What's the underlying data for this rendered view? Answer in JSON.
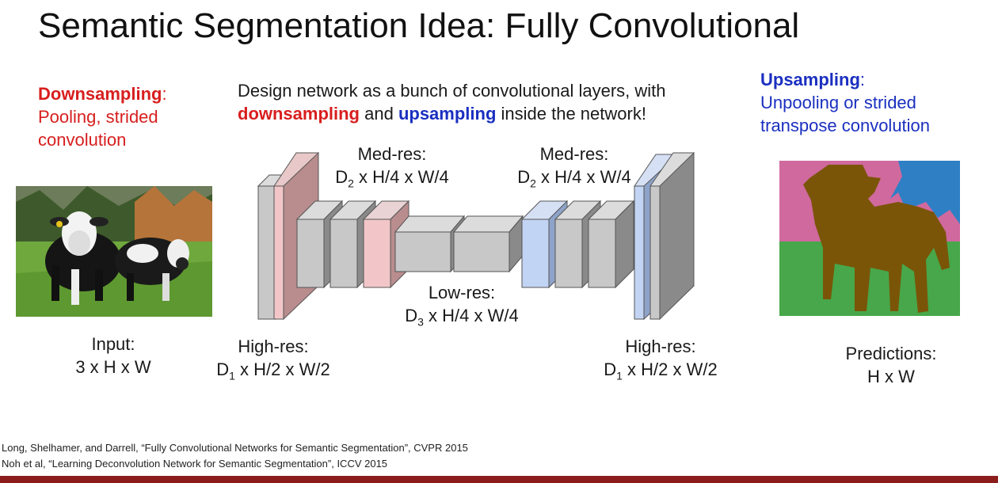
{
  "title": "Semantic Segmentation Idea: Fully Convolutional",
  "downsampling": {
    "heading": "Downsampling",
    "colon": ":",
    "line1": "Pooling, strided",
    "line2": "convolution"
  },
  "upsampling": {
    "heading": "Upsampling",
    "colon": ":",
    "line1": "Unpooling or strided",
    "line2": "transpose convolution"
  },
  "design": {
    "line1": "Design network as a bunch of convolutional layers, with",
    "w_down": "downsampling",
    "w_and": " and ",
    "w_up": "upsampling",
    "w_end": " inside the network!"
  },
  "labels": {
    "med_res_left": {
      "head": "Med-res:",
      "d": "D",
      "sub": "2",
      "rest": " x H/4 x W/4"
    },
    "med_res_right": {
      "head": "Med-res:",
      "d": "D",
      "sub": "2",
      "rest": " x H/4 x W/4"
    },
    "low_res": {
      "head": "Low-res:",
      "d": "D",
      "sub": "3",
      "rest": " x H/4 x W/4"
    },
    "high_res_left": {
      "head": "High-res:",
      "d": "D",
      "sub": "1",
      "rest": " x H/2 x W/2"
    },
    "high_res_right": {
      "head": "High-res:",
      "d": "D",
      "sub": "1",
      "rest": " x H/2 x W/2"
    }
  },
  "input": {
    "line1": "Input:",
    "line2": "3 x H x W"
  },
  "predictions": {
    "line1": "Predictions:",
    "line2": "H x W"
  },
  "references": [
    "Long, Shelhamer, and Darrell, “Fully Convolutional Networks for Semantic Segmentation”, CVPR 2015",
    "Noh et al, “Learning Deconvolution Network for Semantic Segmentation”, ICCV 2015"
  ],
  "colors": {
    "gray_front": "#c8c8c8",
    "gray_top": "#dcdcdc",
    "gray_side": "#8a8a8a",
    "pink_front": "#f2c6c8",
    "pink_side": "#b98c8d",
    "blue_front": "#c2d4f3",
    "blue_side": "#8ea3c9",
    "seg_pink": "#d0699e",
    "seg_blue": "#2e7fc4",
    "seg_green": "#47a74a",
    "seg_brown": "#7a5508",
    "red_text": "#d81e1e",
    "blue_text": "#1a2fc0",
    "bar": "#8c1d1d"
  }
}
